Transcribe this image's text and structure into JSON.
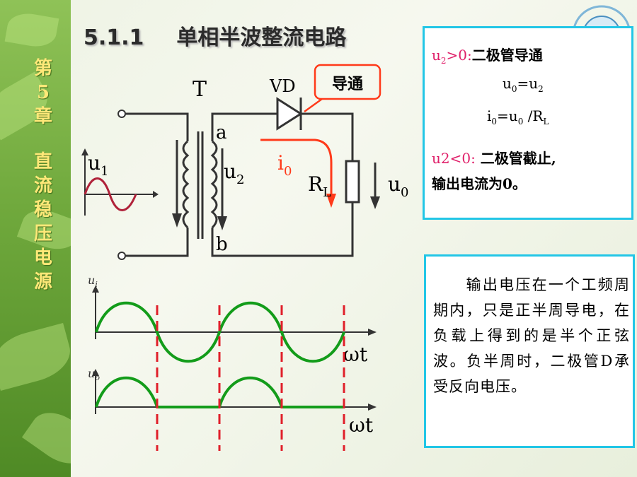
{
  "slide": {
    "section_number": "5.1.1",
    "section_title": "单相半波整流电路"
  },
  "sidebar": {
    "chapter_label": [
      "第",
      "5",
      "章"
    ],
    "chapter_name": [
      "直",
      "流",
      "稳",
      "压",
      "电",
      "源"
    ]
  },
  "circuit": {
    "transformer_label": "T",
    "diode_label": "VD",
    "callout_text": "导通",
    "node_a": "a",
    "node_b": "b",
    "input_voltage": "u",
    "input_voltage_sub": "1",
    "secondary_voltage": "u",
    "secondary_voltage_sub": "2",
    "current": "i",
    "current_sub": "0",
    "load": "R",
    "load_sub": "L",
    "output_voltage": "u",
    "output_voltage_sub": "0"
  },
  "waveforms": {
    "top_axis_label": "u",
    "top_axis_label_sub": "i",
    "top_time_label": "ωt",
    "bottom_axis_label": "u",
    "bottom_axis_label_sub": "o",
    "bottom_time_label": "ωt"
  },
  "conduction_box": {
    "cond1_prefix": "u",
    "cond1_sub": "2",
    "cond1_suffix": ">0:",
    "cond1_text": "二极管导通",
    "eq1_left": "u",
    "eq1_left_sub": "0",
    "eq1_mid": "=u",
    "eq1_right_sub": "2",
    "eq2_a": "i",
    "eq2_a_sub": "0",
    "eq2_b": "=u",
    "eq2_b_sub": "0",
    "eq2_c": " /R",
    "eq2_c_sub": "L",
    "cond2_prefix": "u2<0:",
    "cond2_text": " 二极管截止,",
    "cond2_line2": "输出电流为0。"
  },
  "explanation_box": {
    "text": "　　输出电压在一个工频周期内，只是正半周导电，在负载上得到的是半个正弦波。负半周时，二极管D承受反向电压。"
  },
  "colors": {
    "sine": "#139c1a",
    "dash": "#e01f2a",
    "current": "#ff3a1a",
    "box_border": "#22c6e6",
    "pink": "#e0206a"
  }
}
